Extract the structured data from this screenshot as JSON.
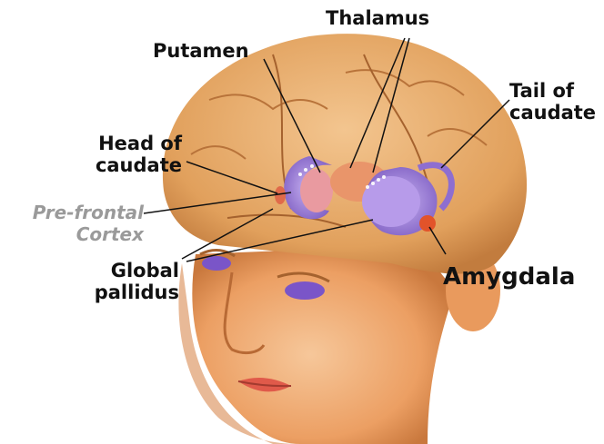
{
  "labels": {
    "thalamus": "Thalamus",
    "putamen": "Putamen",
    "tail_of_caudate": "Tail of\ncaudate",
    "head_of_caudate": "Head of\ncaudate",
    "prefrontal_cortex": "Pre-frontal\nCortex",
    "global_pallidus": "Global\npallidus",
    "amygdala": "Amygdala"
  },
  "colors": {
    "skin": "#f0b27a",
    "brain": "#e8a35e",
    "basal_ganglia": "#a98bd8",
    "thalamus": "#ec9a6c",
    "amygdala": "#e85a2a",
    "muted_label": "#9a9a9a"
  }
}
